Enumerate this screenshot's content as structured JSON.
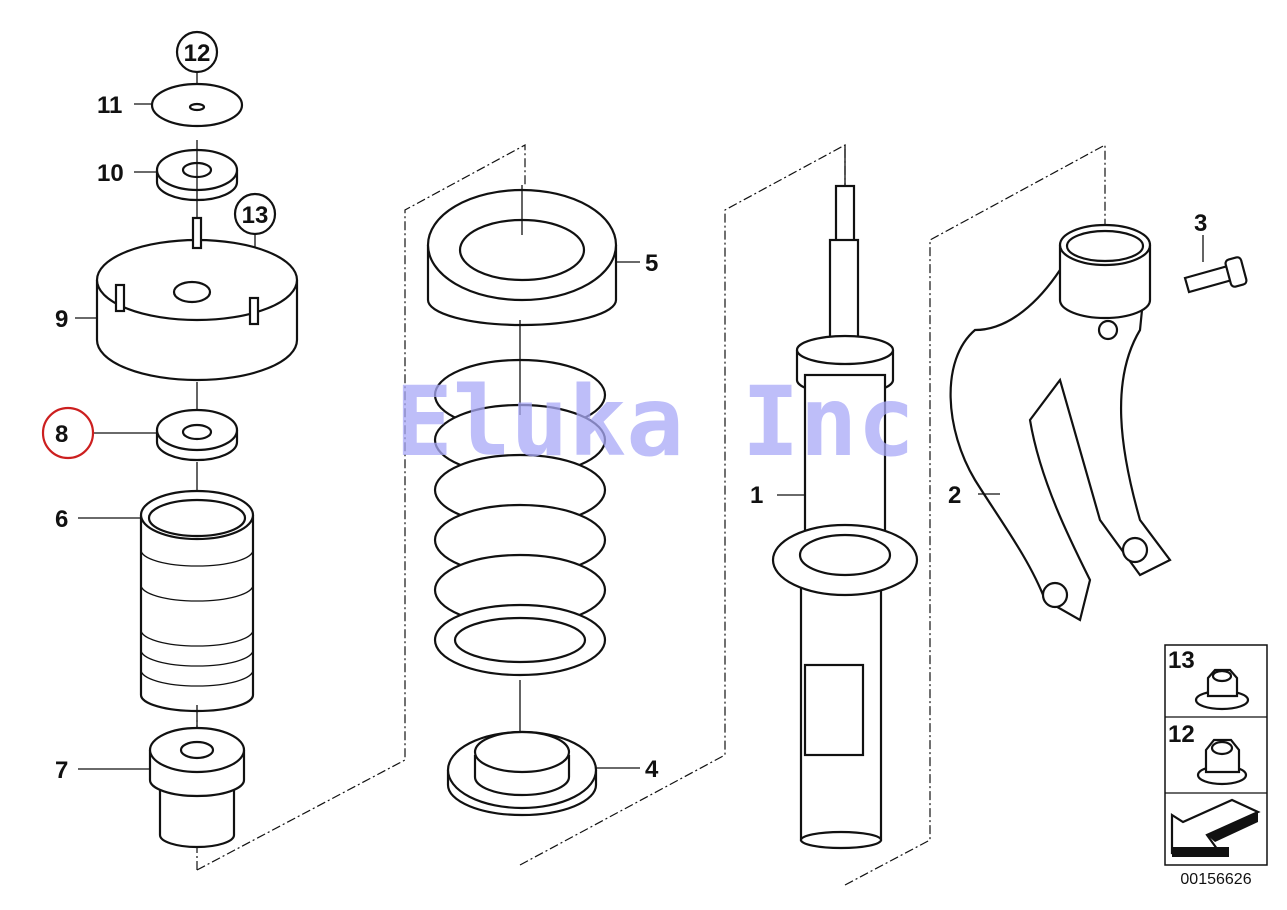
{
  "diagram": {
    "callouts": {
      "p12": "12",
      "p11": "11",
      "p10": "10",
      "p13": "13",
      "p9": "9",
      "p8": "8",
      "p6": "6",
      "p7": "7",
      "p5": "5",
      "p4": "4",
      "p1": "1",
      "p3": "3",
      "p2": "2"
    },
    "highlighted_callout": "8",
    "highlight_color": "#cc1f1f",
    "legend": [
      {
        "label": "13",
        "icon": "flange-nut-icon"
      },
      {
        "label": "12",
        "icon": "flange-nut-icon"
      },
      {
        "label": "",
        "icon": "arrow-direction-icon"
      }
    ],
    "part_number": "00156626",
    "watermark": "Eluka Inc"
  }
}
